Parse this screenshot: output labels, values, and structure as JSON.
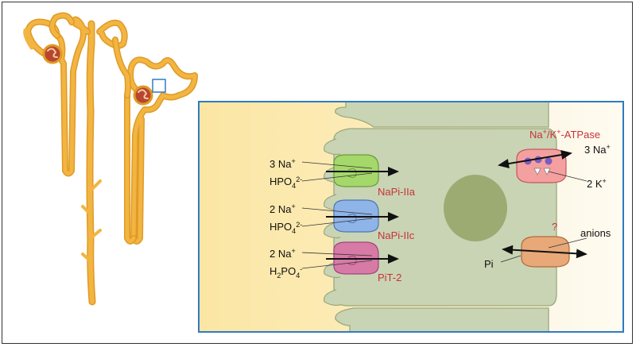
{
  "transporters": {
    "napi_iia": {
      "name": "NaPi-IIa",
      "line1": "3 Na",
      "line2": "HPO",
      "sub": "4",
      "sup": "2-"
    },
    "napi_iic": {
      "name": "NaPi-IIc",
      "line1": "2 Na",
      "line2": "HPO",
      "sub": "4",
      "sup": "2-"
    },
    "pit2": {
      "name": "PiT-2",
      "line1": "2 Na",
      "line2": "H",
      "sub_h": "2",
      "po": "PO",
      "sub": "4",
      "sup": "-"
    }
  },
  "pump": {
    "name": "Na",
    "name_rest": "/K",
    "name_end": "-ATPase",
    "out_label": "3 Na",
    "in_label": "2 K",
    "plus": "+"
  },
  "exchanger": {
    "question": "?",
    "out_label": "anions",
    "in_label": "Pi"
  },
  "colors": {
    "nephron": "#f2b542",
    "lumen": "#fbe7a8",
    "cell": "#c9d4b4",
    "nucleus": "#9cab72",
    "napi_iia": "#a5d86b",
    "napi_iic": "#8fb4e8",
    "pit2": "#d77aa6",
    "pump": "#f5a0a0",
    "exchanger": "#e8a878",
    "box_border": "#2f7bc4",
    "label_red": "#c8323a"
  }
}
